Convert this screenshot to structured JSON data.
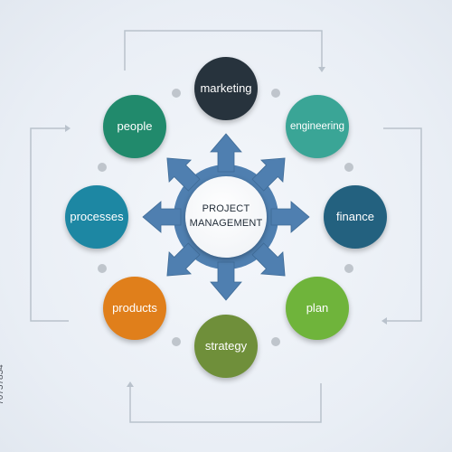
{
  "center": {
    "line1": "PROJECT",
    "line2": "MANAGEMENT"
  },
  "nodes": [
    {
      "label": "marketing",
      "color": "#27333d"
    },
    {
      "label": "engineering",
      "color": "#3aa596"
    },
    {
      "label": "finance",
      "color": "#23617f"
    },
    {
      "label": "plan",
      "color": "#6fb43b"
    },
    {
      "label": "strategy",
      "color": "#6f8f3a"
    },
    {
      "label": "products",
      "color": "#e07f1b"
    },
    {
      "label": "processes",
      "color": "#1d87a3"
    },
    {
      "label": "people",
      "color": "#218a6c"
    }
  ],
  "gear_color": "#4f7fb0",
  "connector_color": "#b9c2cc",
  "dot_color": "#bfc5cc",
  "side_number": "70757854"
}
